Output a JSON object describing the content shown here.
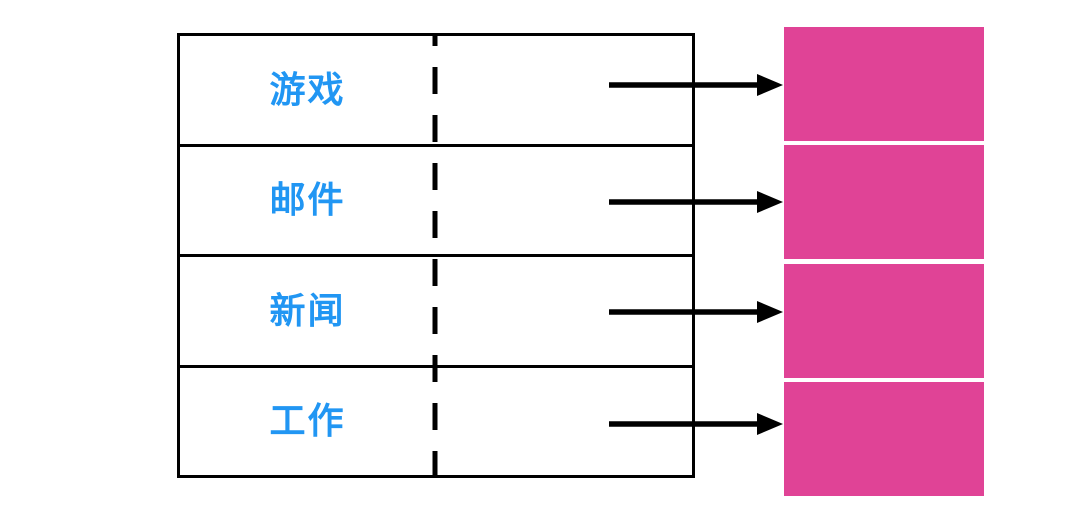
{
  "diagram": {
    "rows": [
      {
        "label": "游戏"
      },
      {
        "label": "邮件"
      },
      {
        "label": "新闻"
      },
      {
        "label": "工作"
      }
    ],
    "target_box_count": 4
  },
  "icons": {
    "arrow_right": "→",
    "dashed_divider": "┆"
  },
  "colors": {
    "label_text": "#2196F3",
    "target_box": "#E04396",
    "lines": "#000000",
    "background": "#FFFFFF"
  }
}
